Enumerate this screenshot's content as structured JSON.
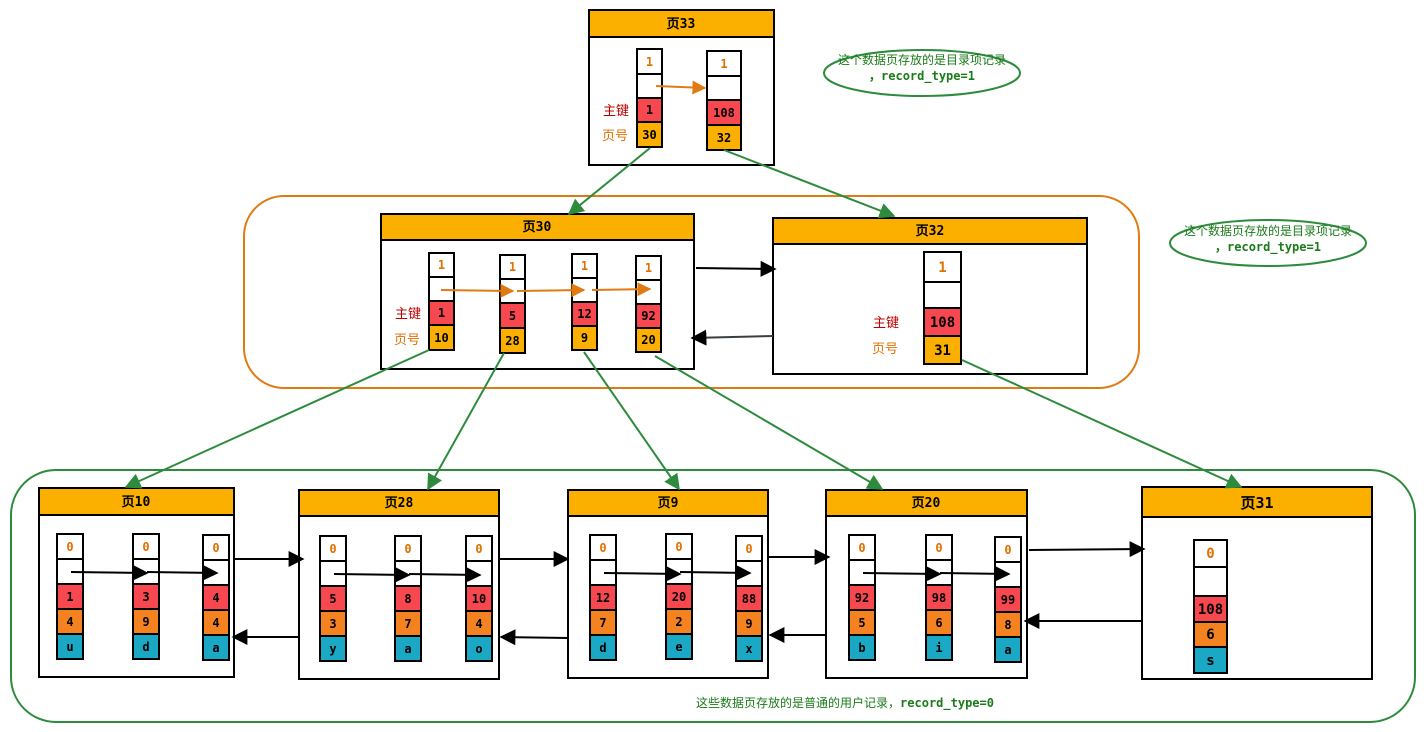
{
  "colors": {
    "header": "#fbb000",
    "key": "#f7474f",
    "page_no": "#fbb000",
    "orange": "#f58220",
    "teal": "#1aa8c4",
    "green": "#2e8b3e",
    "orange_border": "#e07b14",
    "red_text": "#c00000",
    "orange_text": "#e07000"
  },
  "labels": {
    "primary_key": "主键",
    "page_number": "页号"
  },
  "notes": {
    "directory_1": "这个数据页存放的是目录项记录",
    "directory_1b": "，record_type=1",
    "directory_2": "这个数据页存放的是目录项记录",
    "directory_2b": "，record_type=1",
    "user_1": "这些数据页存放的是普通的用户记录，",
    "user_1b": "record_type=0"
  },
  "pages": {
    "p33": {
      "title": "页33",
      "records": [
        {
          "type": "1",
          "key": "1",
          "page": "30"
        },
        {
          "type": "1",
          "key": "108",
          "page": "32"
        }
      ]
    },
    "p30": {
      "title": "页30",
      "records": [
        {
          "type": "1",
          "key": "1",
          "page": "10"
        },
        {
          "type": "1",
          "key": "5",
          "page": "28"
        },
        {
          "type": "1",
          "key": "12",
          "page": "9"
        },
        {
          "type": "1",
          "key": "92",
          "page": "20"
        }
      ]
    },
    "p32": {
      "title": "页32",
      "records": [
        {
          "type": "1",
          "key": "108",
          "page": "31"
        }
      ]
    },
    "p10": {
      "title": "页10",
      "records": [
        {
          "type": "0",
          "key": "1",
          "c2": "4",
          "c3": "u"
        },
        {
          "type": "0",
          "key": "3",
          "c2": "9",
          "c3": "d"
        },
        {
          "type": "0",
          "key": "4",
          "c2": "4",
          "c3": "a"
        }
      ]
    },
    "p28": {
      "title": "页28",
      "records": [
        {
          "type": "0",
          "key": "5",
          "c2": "3",
          "c3": "y"
        },
        {
          "type": "0",
          "key": "8",
          "c2": "7",
          "c3": "a"
        },
        {
          "type": "0",
          "key": "10",
          "c2": "4",
          "c3": "o"
        }
      ]
    },
    "p9": {
      "title": "页9",
      "records": [
        {
          "type": "0",
          "key": "12",
          "c2": "7",
          "c3": "d"
        },
        {
          "type": "0",
          "key": "20",
          "c2": "2",
          "c3": "e"
        },
        {
          "type": "0",
          "key": "88",
          "c2": "9",
          "c3": "x"
        }
      ]
    },
    "p20": {
      "title": "页20",
      "records": [
        {
          "type": "0",
          "key": "92",
          "c2": "5",
          "c3": "b"
        },
        {
          "type": "0",
          "key": "98",
          "c2": "6",
          "c3": "i"
        },
        {
          "type": "0",
          "key": "99",
          "c2": "8",
          "c3": "a"
        }
      ]
    },
    "p31": {
      "title": "页31",
      "records": [
        {
          "type": "0",
          "key": "108",
          "c2": "6",
          "c3": "s"
        }
      ]
    }
  }
}
